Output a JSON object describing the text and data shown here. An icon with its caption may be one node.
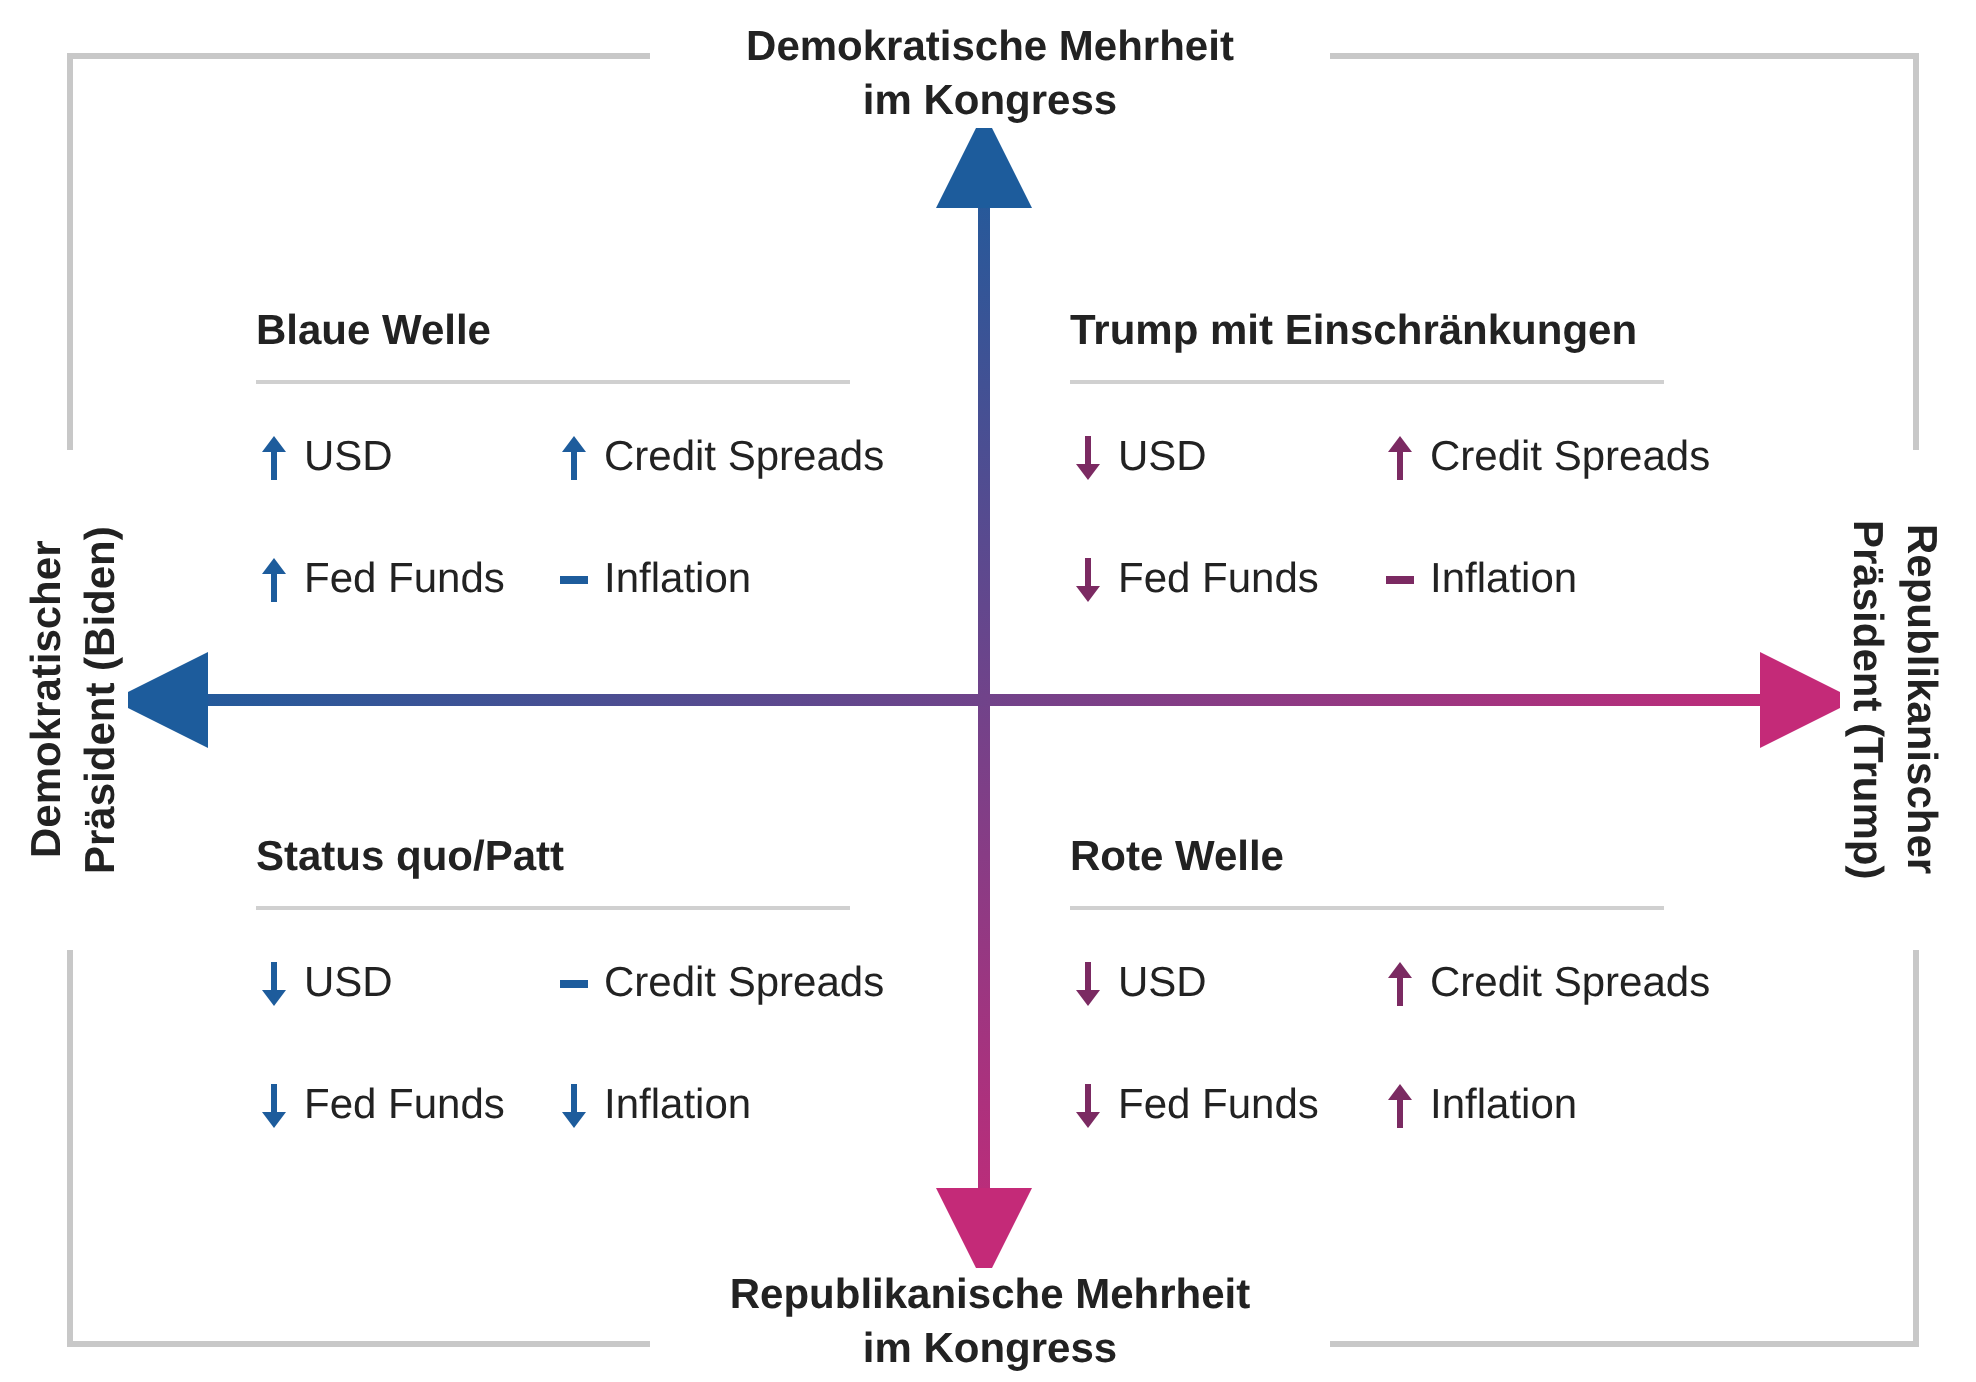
{
  "diagram": {
    "nodes": [
      {
        "text": [
          "Demokratische Mehrheit im Kongress"
        ]
      },
      {
        "text": [
          "Demokratischer Präsident (Biden)"
        ]
      },
      {
        "text": [
          "Republikanischer Präsident (Trump)"
        ]
      },
      {
        "text": [
          "Republikanische Mehrheit im Kongress"
        ]
      },
      {
        "text": [
          "Blaue Welle"
        ]
      },
      {
        "text": [
          "USD"
        ],
        "in": 4
      },
      {
        "text": [
          "Credit Spreads"
        ],
        "in": 4
      },
      {
        "text": [
          "Fed Funds"
        ],
        "in": 4
      },
      {
        "text": [
          "Inflation"
        ],
        "in": 4
      },
      {
        "text": [
          "Trump mit Einschränkungen"
        ]
      },
      {
        "text": [
          "USD"
        ],
        "in": 9
      },
      {
        "text": [
          "Credit Spreads"
        ],
        "in": 9
      },
      {
        "text": [
          "Fed Funds"
        ],
        "in": 9
      },
      {
        "text": [
          "Inflation"
        ],
        "in": 9
      },
      {
        "text": [
          "Status quo/Patt"
        ]
      },
      {
        "text": [
          "USD"
        ],
        "in": 14
      },
      {
        "text": [
          "Credit Spreads"
        ],
        "in": 14
      },
      {
        "text": [
          "Fed Funds"
        ],
        "in": 14
      },
      {
        "text": [
          "Inflation"
        ],
        "in": 14
      },
      {
        "text": [
          "Rote Welle"
        ]
      },
      {
        "text": [
          "USD"
        ],
        "in": 19
      },
      {
        "text": [
          "Credit Spreads"
        ],
        "in": 19
      },
      {
        "text": [
          "Fed Funds"
        ],
        "in": 19
      },
      {
        "text": [
          "Inflation"
        ],
        "in": 19
      }
    ],
    "edges": [
      {
        "from": 0,
        "to": 3,
        "arrow": "both"
      },
      {
        "from": 1,
        "to": 2,
        "arrow": "both"
      }
    ]
  }
}
